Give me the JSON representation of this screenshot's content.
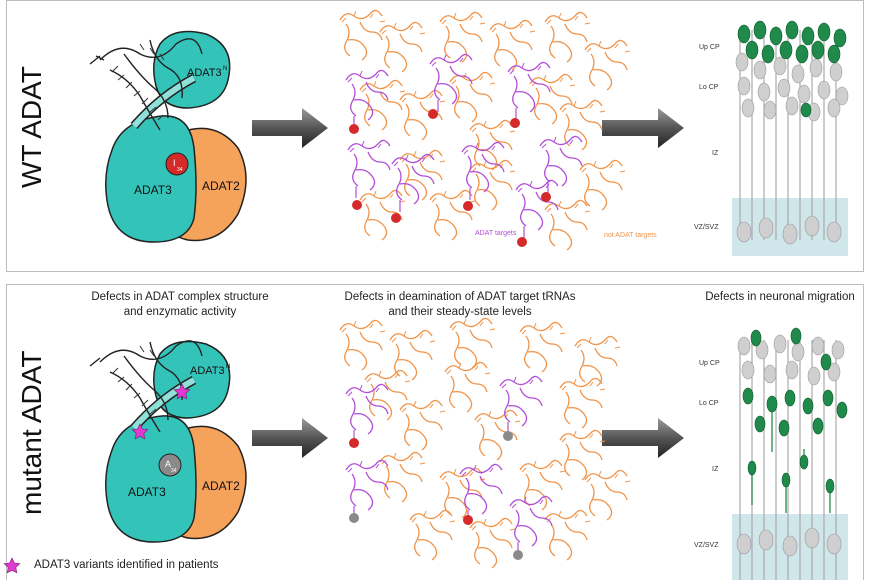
{
  "top": {
    "condition": "WT ADAT",
    "protein": {
      "adat3n": "ADAT3",
      "adat3n_sup": "N",
      "adat3": "ADAT3",
      "adat2": "ADAT2",
      "base": "I",
      "base_sub": "34"
    },
    "trna_legend": {
      "targets": "ADAT targets",
      "non_targets": "not ADAT targets"
    },
    "cortex": {
      "layers": [
        "Up CP",
        "Lo CP",
        "IZ",
        "VZ/SVZ"
      ]
    }
  },
  "bottom": {
    "condition": "mutant ADAT",
    "captions": {
      "structure": [
        "Defects in ADAT complex structure",
        "and enzymatic activity"
      ],
      "deamination": [
        "Defects in deamination of ADAT target tRNAs",
        "and their steady-state levels"
      ],
      "migration": "Defects in neuronal migration"
    },
    "protein": {
      "adat3n": "ADAT3",
      "adat3n_sup": "N",
      "adat3": "ADAT3",
      "adat2": "ADAT2",
      "base": "A",
      "base_sub": "34"
    },
    "cortex": {
      "layers": [
        "Up CP",
        "Lo CP",
        "IZ",
        "VZ/SVZ"
      ]
    }
  },
  "footnote": "ADAT3 variants identified in patients",
  "colors": {
    "teal": "#34c3b8",
    "orange": "#f5a25a",
    "purple": "#b24fd6",
    "trna_orange": "#f0944a",
    "red": "#d42a2a",
    "grey": "#8a8a8a",
    "green": "#1f8a4a",
    "vz": "#cfe6ea",
    "star": "#e13ad0"
  }
}
